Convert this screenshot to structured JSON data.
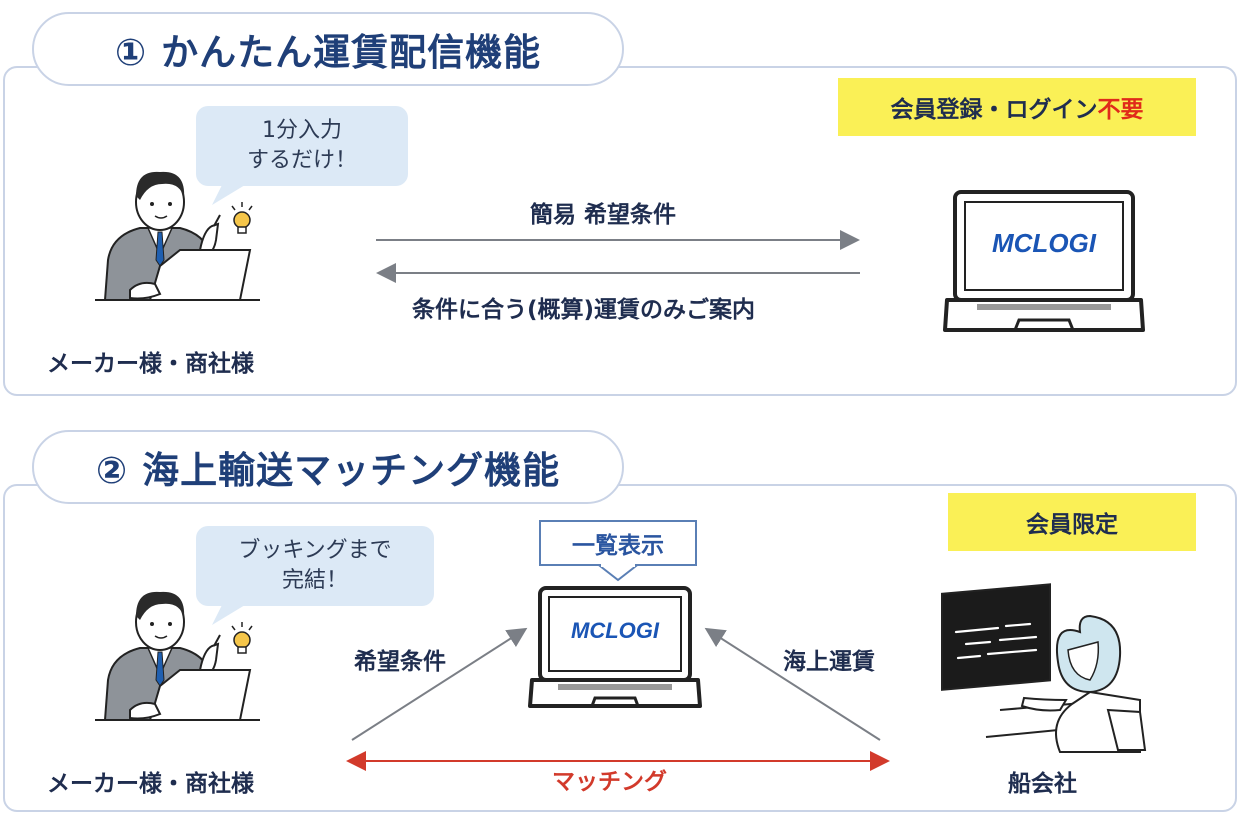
{
  "section1": {
    "title": "① かんたん運賃配信機能",
    "tag_prefix": "会員登録・ログイン",
    "tag_highlight": "不要",
    "bubble_line1": "1分入力",
    "bubble_line2": "するだけ！",
    "arrow_top_label": "簡易 希望条件",
    "arrow_bottom_label": "条件に合う(概算)運賃のみご案内",
    "person_label": "メーカー様・商社様",
    "laptop_logo": "MCLOGI"
  },
  "section2": {
    "title": "② 海上輸送マッチング機能",
    "tag": "会員限定",
    "bubble_line1": "ブッキングまで",
    "bubble_line2": "完結！",
    "list_label": "一覧表示",
    "left_arrow_label": "希望条件",
    "right_arrow_label": "海上運賃",
    "matching_label": "マッチング",
    "person_label": "メーカー様・商社様",
    "carrier_label": "船会社",
    "laptop_logo": "MCLOGI"
  },
  "colors": {
    "navy": "#1f3f78",
    "panel_border": "#c9d3e6",
    "yellow": "#faf056",
    "red": "#d23a2b",
    "arrow_gray": "#7b7f86"
  }
}
